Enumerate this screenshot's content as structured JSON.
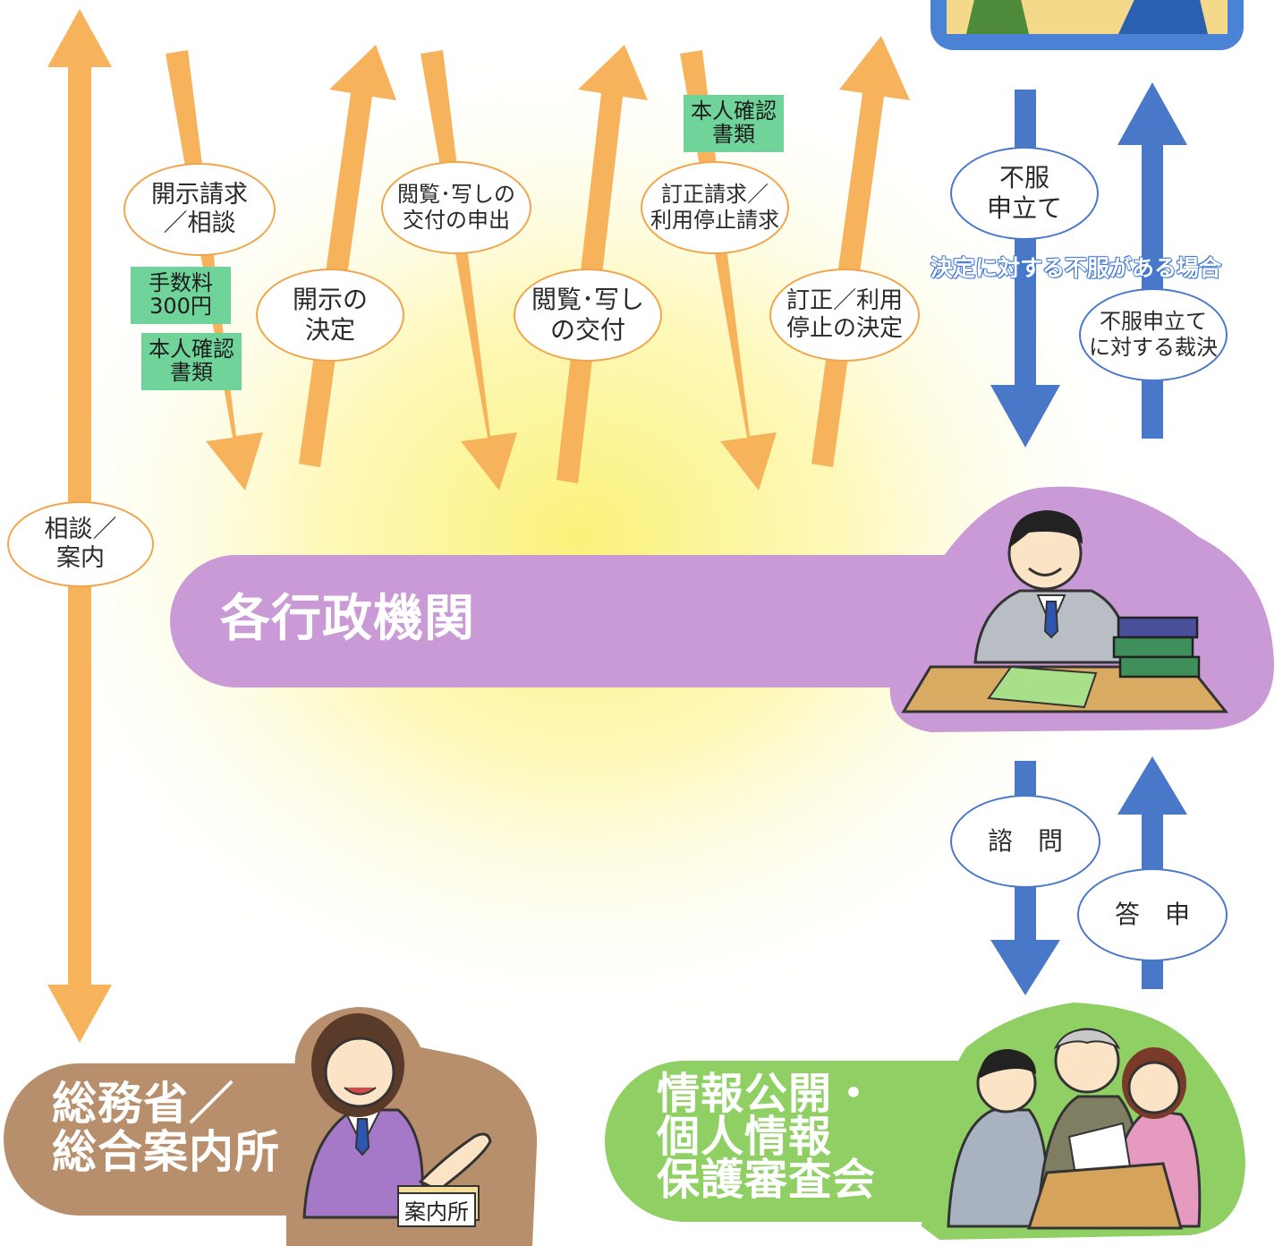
{
  "colors": {
    "orange_arrow": "#f7b35c",
    "blue_arrow": "#4a78c8",
    "purple_banner": "#c99ad6",
    "brown_banner": "#b88f6c",
    "green_banner": "#8fcf63",
    "green_tag": "#6fd39a",
    "glow": "#fbf27a"
  },
  "consult": {
    "line1": "相談／",
    "line2": "案内"
  },
  "disclosure_request": {
    "line1": "開示請求",
    "line2": "／相談"
  },
  "fee": {
    "line1": "手数料",
    "line2": "300円"
  },
  "id_docs_1": {
    "line1": "本人確認",
    "line2": "書類"
  },
  "disclosure_decision": {
    "line1": "開示の",
    "line2": "決定"
  },
  "viewing_request": {
    "line1": "閲覧･写しの",
    "line2": "交付の申出"
  },
  "viewing_delivery": {
    "line1": "閲覧･写し",
    "line2": "の交付"
  },
  "id_docs_2": {
    "line1": "本人確認",
    "line2": "書類"
  },
  "correction_request": {
    "line1": "訂正請求／",
    "line2": "利用停止請求"
  },
  "correction_decision": {
    "line1": "訂正／利用",
    "line2": "停止の決定"
  },
  "objection": {
    "line1": "不服",
    "line2": "申立て"
  },
  "objection_note": "決定に対する不服がある場合",
  "ruling": {
    "line1": "不服申立て",
    "line2": "に対する裁決"
  },
  "consultation_inquiry": "諮　問",
  "report": "答　申",
  "agency": {
    "label": "各行政機関"
  },
  "ministry": {
    "line1": "総務省／",
    "line2": "総合案内所"
  },
  "board": {
    "line1": "情報公開・",
    "line2": "個人情報",
    "line3": "保護審査会"
  },
  "info_sign": "案内所"
}
